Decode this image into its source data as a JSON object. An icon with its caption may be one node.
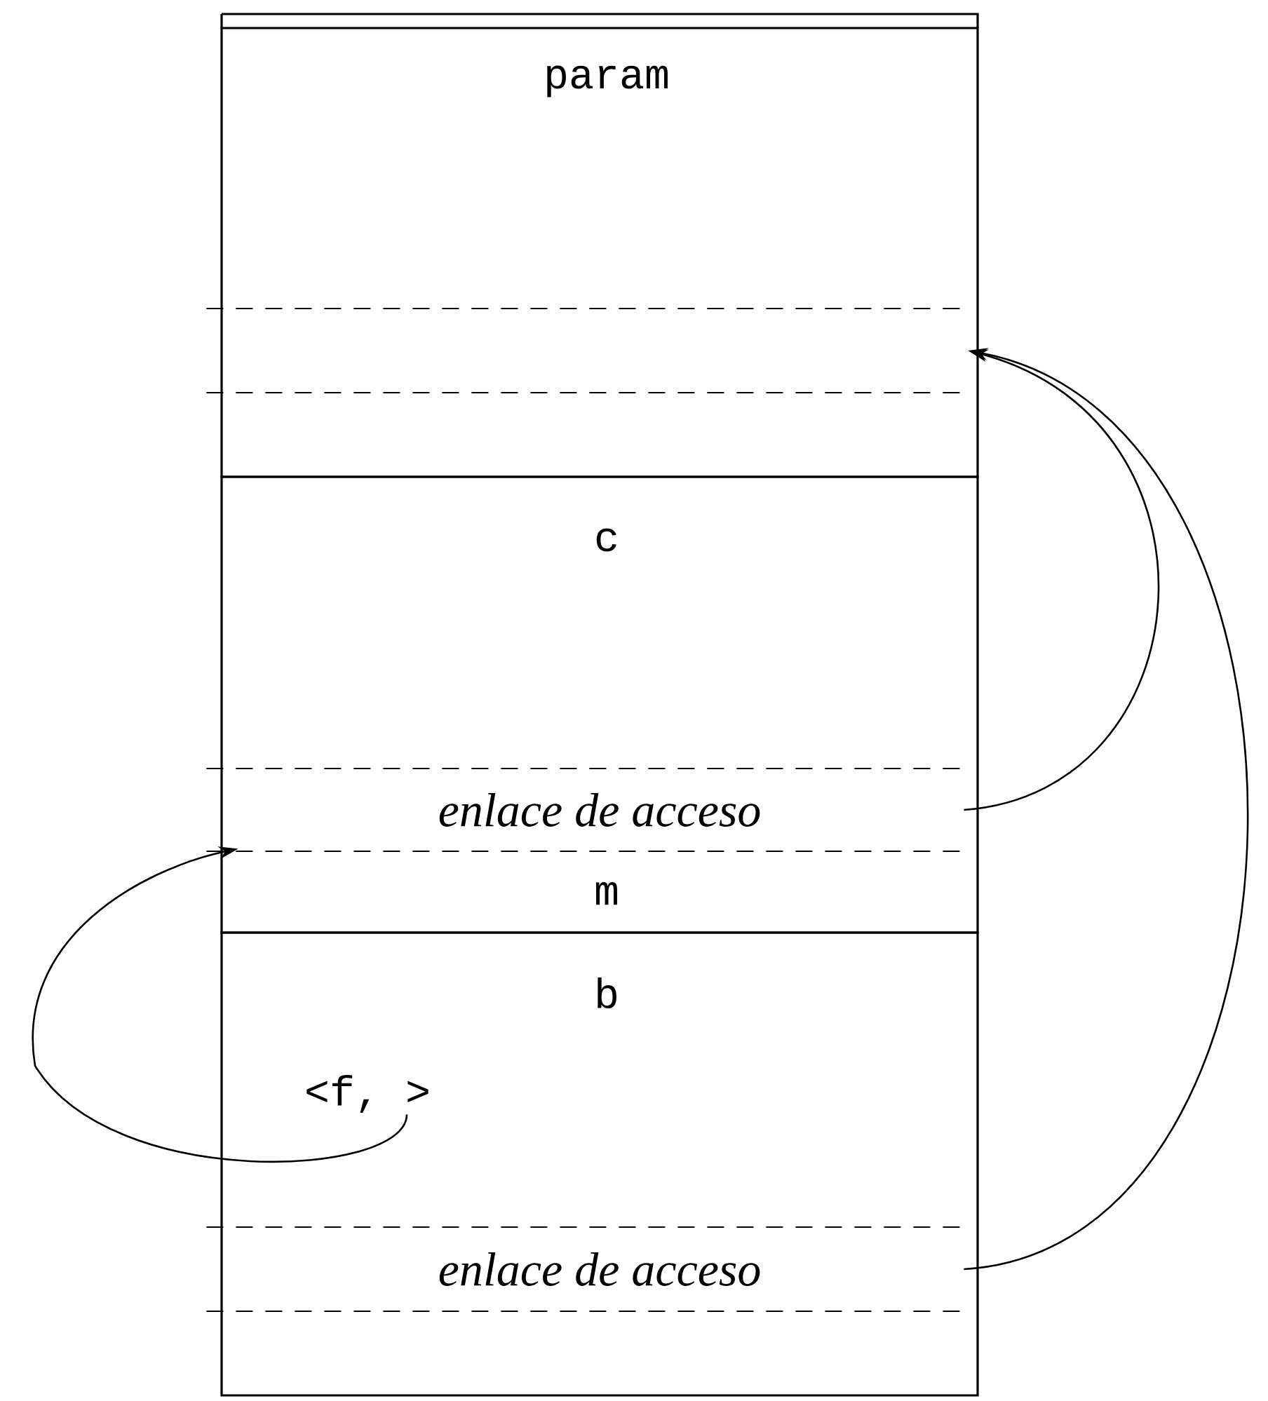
{
  "diagram": {
    "nodes": [
      {
        "text": [
          "param"
        ]
      },
      {
        "text": [],
        "shape": "box",
        "in": 0
      },
      {
        "text": [
          "c",
          "m"
        ]
      },
      {
        "text": [
          "enlace de acceso"
        ],
        "in": 2
      },
      {
        "text": [
          "b"
        ]
      },
      {
        "text": [
          "<f,  >"
        ],
        "in": 4
      },
      {
        "text": [
          "enlace de acceso"
        ],
        "in": 4
      }
    ],
    "edges": [
      {
        "from": 3,
        "to": 1,
        "arrow": "to"
      },
      {
        "from": 6,
        "to": 1,
        "arrow": "to"
      },
      {
        "from": 5,
        "to": 3,
        "arrow": "to"
      }
    ]
  }
}
